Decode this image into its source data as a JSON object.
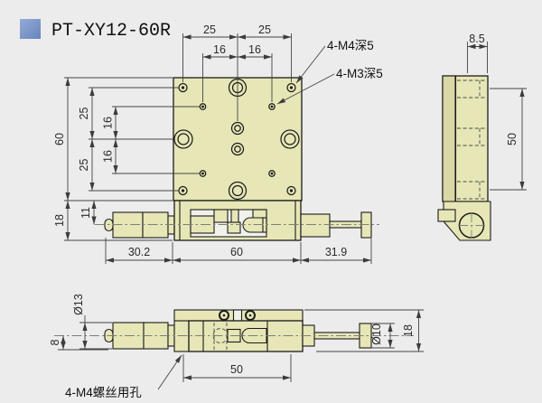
{
  "title": {
    "text": "PT-XY12-60R"
  },
  "top_view": {
    "dim_top_25_left": "25",
    "dim_top_25_right": "25",
    "dim_top_16_left": "16",
    "dim_top_16_right": "16",
    "dim_left_60": "60",
    "dim_left_25_upper": "25",
    "dim_left_25_lower": "25",
    "dim_left_16_upper": "16",
    "dim_left_16_lower": "16",
    "callout_m4": "4-M4深5",
    "callout_m3": "4-M3深5"
  },
  "front_view": {
    "dim_height_18": "18",
    "dim_axis_11": "11",
    "dim_width_30_2": "30.2",
    "dim_width_60": "60",
    "dim_width_31_9": "31.9"
  },
  "side_view": {
    "dim_width_8_5": "8.5",
    "dim_holes_50": "50"
  },
  "bottom_view": {
    "dim_dia_13": "Ø13",
    "dim_axis_8": "8",
    "dim_dia_10": "Ø10",
    "dim_height_18": "18",
    "dim_holes_50": "50",
    "callout_m4_holes": "4-M4螺丝用孔"
  },
  "colors": {
    "background": "#ececec",
    "part_fill": "#e7e6b6",
    "part_shade": "#d9d8a6",
    "outline": "#1c1c1c",
    "dimension": "#454545",
    "title_marker": "#7791c8"
  }
}
